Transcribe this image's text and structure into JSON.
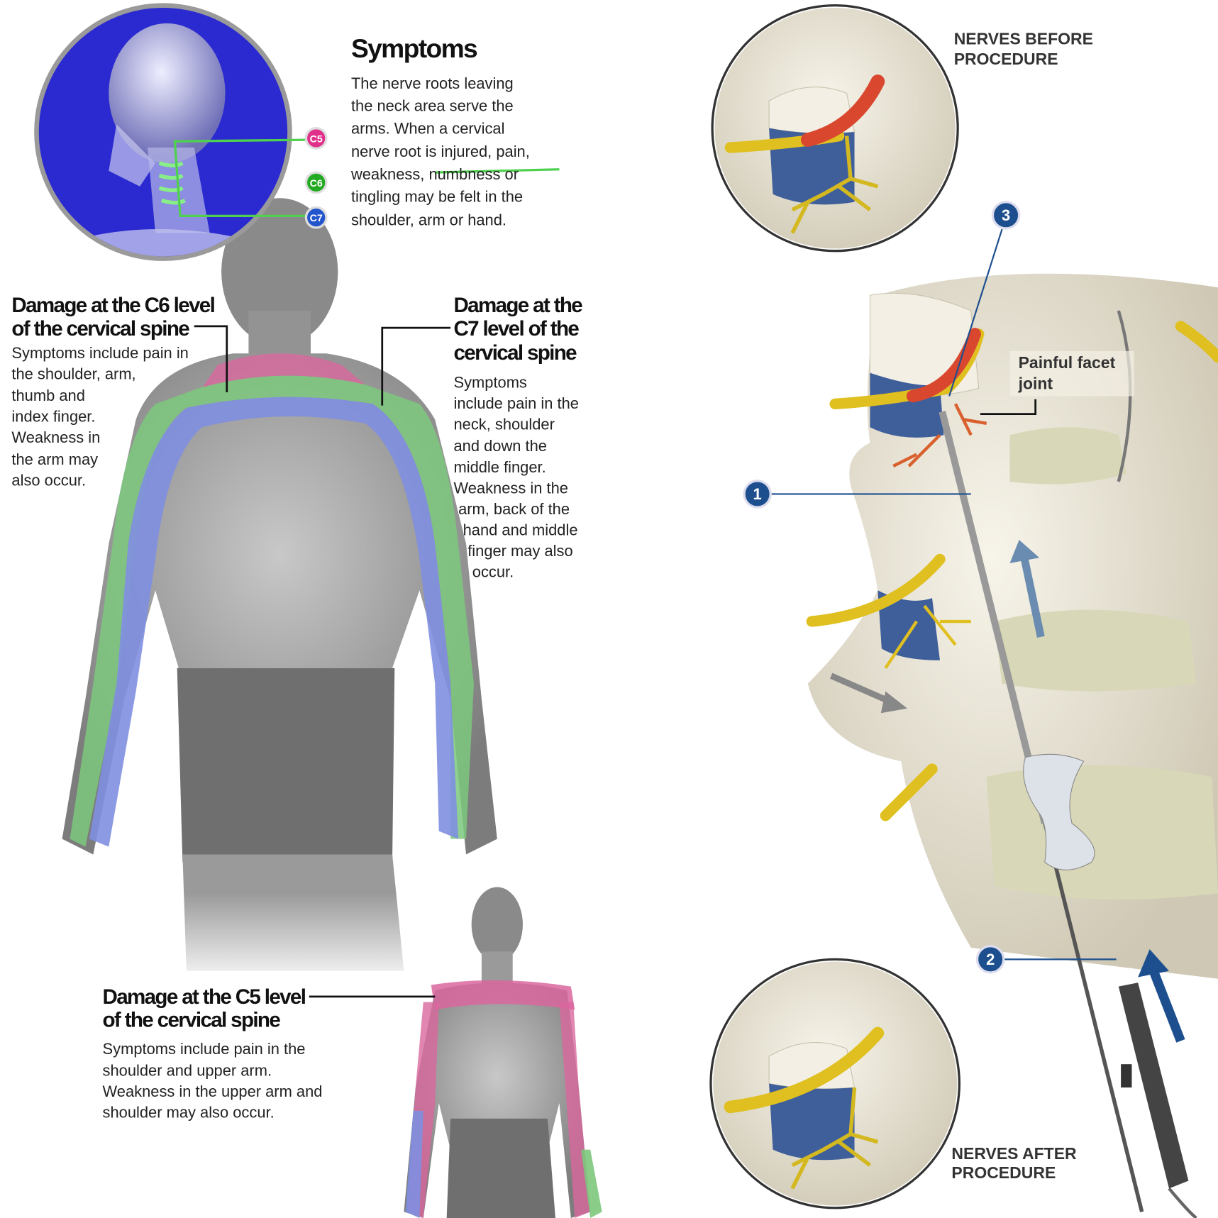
{
  "left_panel": {
    "symptoms": {
      "title": "Symptoms",
      "lines": [
        "The nerve roots leaving",
        "the neck area serve the",
        "arms. When a cervical",
        "nerve root is injured,  pain,",
        "weakness, numbness or",
        "tingling may be felt in the",
        "shoulder, arm or hand."
      ]
    },
    "levels": {
      "c5": "C5",
      "c6": "C6",
      "c7": "C7"
    },
    "c6_callout": {
      "title_lines": [
        "Damage at the C6 level",
        "of the cervical spine"
      ],
      "body_lines": [
        "Symptoms include pain in",
        "the shoulder, arm,",
        "thumb and",
        "index finger.",
        "Weakness in",
        "the arm may",
        "also occur."
      ]
    },
    "c7_callout": {
      "title_lines": [
        "Damage at the",
        "C7 level of the",
        "cervical spine"
      ],
      "body_lines": [
        "Symptoms",
        "include pain in the",
        "neck, shoulder",
        "and down the",
        "middle finger.",
        "Weakness in the",
        "arm, back of the",
        "hand and middle",
        "finger may also",
        "occur."
      ]
    },
    "c5_callout": {
      "title_lines": [
        "Damage at the C5 level",
        "of the cervical spine"
      ],
      "body_lines": [
        "Symptoms include pain in the",
        "shoulder and upper arm.",
        "Weakness in the upper arm and",
        "shoulder may also occur."
      ]
    },
    "colors": {
      "c5": "#d9669e",
      "c6": "#7cc87c",
      "c7": "#7f8fe0",
      "neck_bg": "#2a2ad0"
    }
  },
  "right_panel": {
    "before_label": [
      "NERVES BEFORE",
      "PROCEDURE"
    ],
    "after_label": [
      "NERVES AFTER",
      "PROCEDURE"
    ],
    "facet_label": [
      "Painful facet",
      "joint"
    ],
    "steps": [
      "1",
      "2",
      "3"
    ],
    "colors": {
      "badge": "#1d4f8f",
      "nerve": "#e0c020",
      "inflamed": "#d9472e",
      "disc": "#3f5f9a",
      "bone": "#efeadb"
    }
  }
}
